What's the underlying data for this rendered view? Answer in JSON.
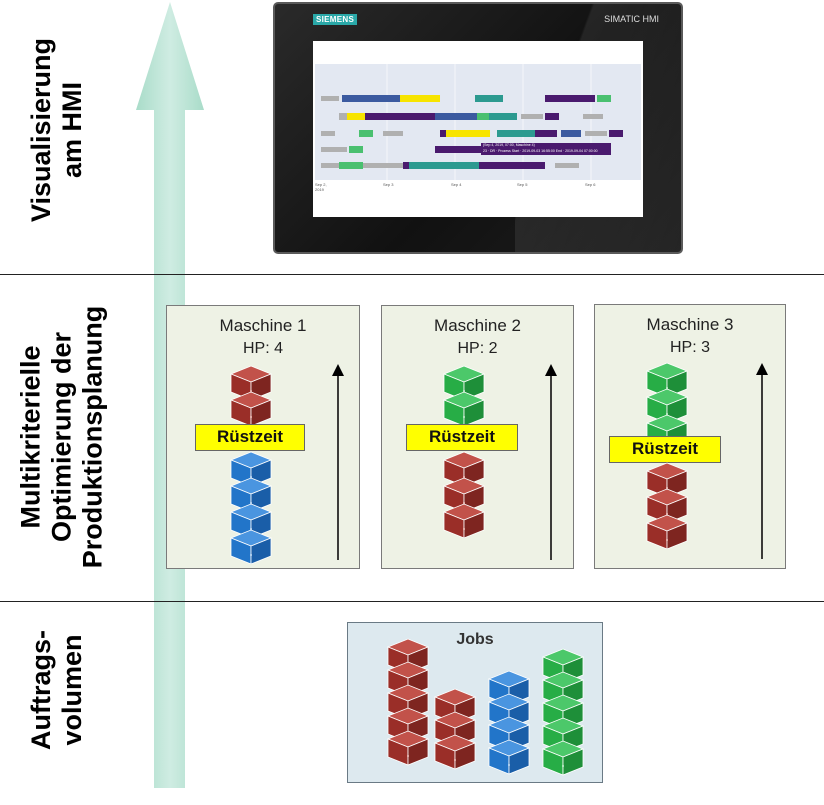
{
  "sections": {
    "visualization_label": [
      "Visualisierung",
      "am HMI"
    ],
    "optimization_label": [
      "Multikriterielle",
      "Optimierung der",
      "Produktionsplanung"
    ],
    "volume_label": [
      "Auftrags-",
      "volumen"
    ]
  },
  "hmi": {
    "brand": "SIEMENS",
    "model": "SIMATIC HMI",
    "x_ticks": [
      "Sep 2, 2019",
      "Sep 3",
      "Sep 4",
      "Sep 5",
      "Sep 6"
    ],
    "tooltip_line1": "(Sep 4, 2019, 07:00, Maschine 4)",
    "tooltip_line2": "23 · DR · Prozess Start · 2019-09-03 16:55:00 End · 2019-09-04 07:00:00"
  },
  "machines": [
    {
      "title": "Maschine 1",
      "hp": "HP: 4",
      "setup_label": "Rüstzeit"
    },
    {
      "title": "Maschine 2",
      "hp": "HP: 2",
      "setup_label": "Rüstzeit"
    },
    {
      "title": "Maschine 3",
      "hp": "HP: 3",
      "setup_label": "Rüstzeit"
    }
  ],
  "jobs": {
    "title": "Jobs"
  },
  "colors": {
    "red_block": "#a0342c",
    "blue_block": "#2473c9",
    "green_block": "#29b04a",
    "setup_yellow": "#ffff00",
    "arrow_teal": "#b7e3d3",
    "gantt_purple": "#4a1a6e",
    "gantt_blue": "#3b5aa0",
    "gantt_teal": "#2c9a90",
    "gantt_green": "#4ac070",
    "gantt_yellow": "#f7e400",
    "gantt_gray": "#b0b0b0"
  }
}
